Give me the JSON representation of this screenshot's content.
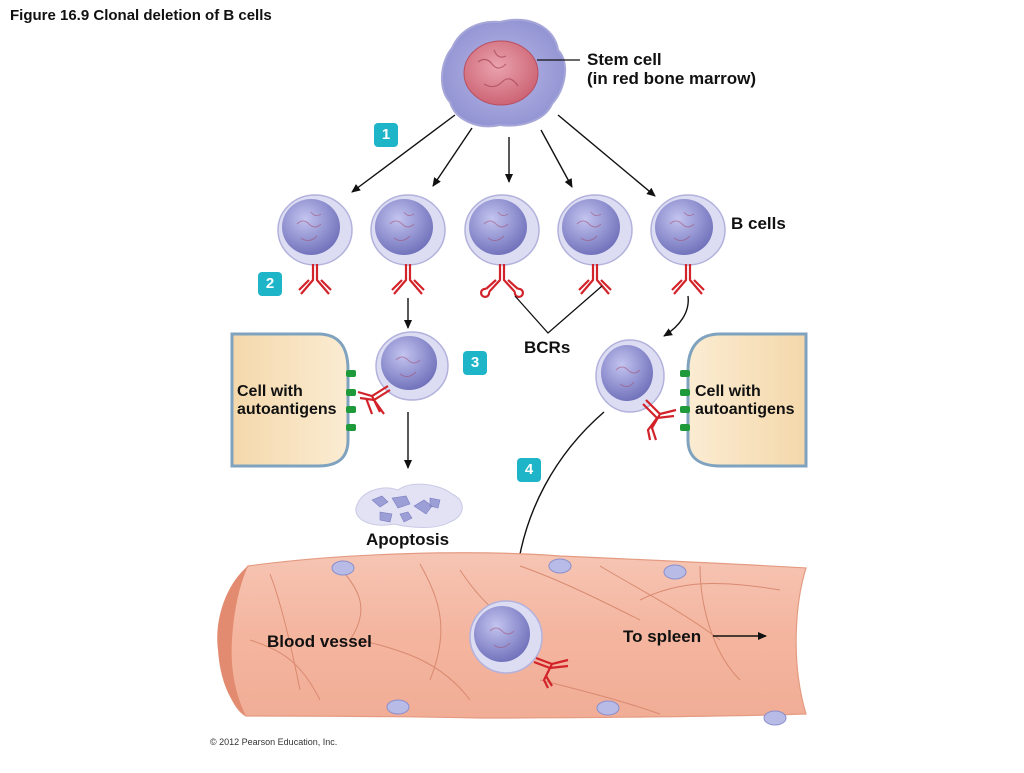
{
  "title": "Figure 16.9 Clonal deletion of B cells",
  "labels": {
    "stem_cell_line1": "Stem cell",
    "stem_cell_line2": "(in red bone marrow)",
    "b_cells": "B cells",
    "bcrs": "BCRs",
    "cell_autoantigens_left_line1": "Cell with",
    "cell_autoantigens_left_line2": "autoantigens",
    "cell_autoantigens_right_line1": "Cell with",
    "cell_autoantigens_right_line2": "autoantigens",
    "apoptosis": "Apoptosis",
    "blood_vessel": "Blood vessel",
    "to_spleen": "To spleen"
  },
  "steps": [
    "1",
    "2",
    "3",
    "4"
  ],
  "copyright": "© 2012 Pearson Education, Inc.",
  "colors": {
    "step_badge": "#1fb5c9",
    "bcr": "#d2232a",
    "autoantigen": "#1e9a3a",
    "b_cell_nucleus": "#8f90cf",
    "stem_nucleus": "#d9707f",
    "vessel_wall": "#f2b7a2",
    "tissue_cell": "#f6ddb4"
  }
}
